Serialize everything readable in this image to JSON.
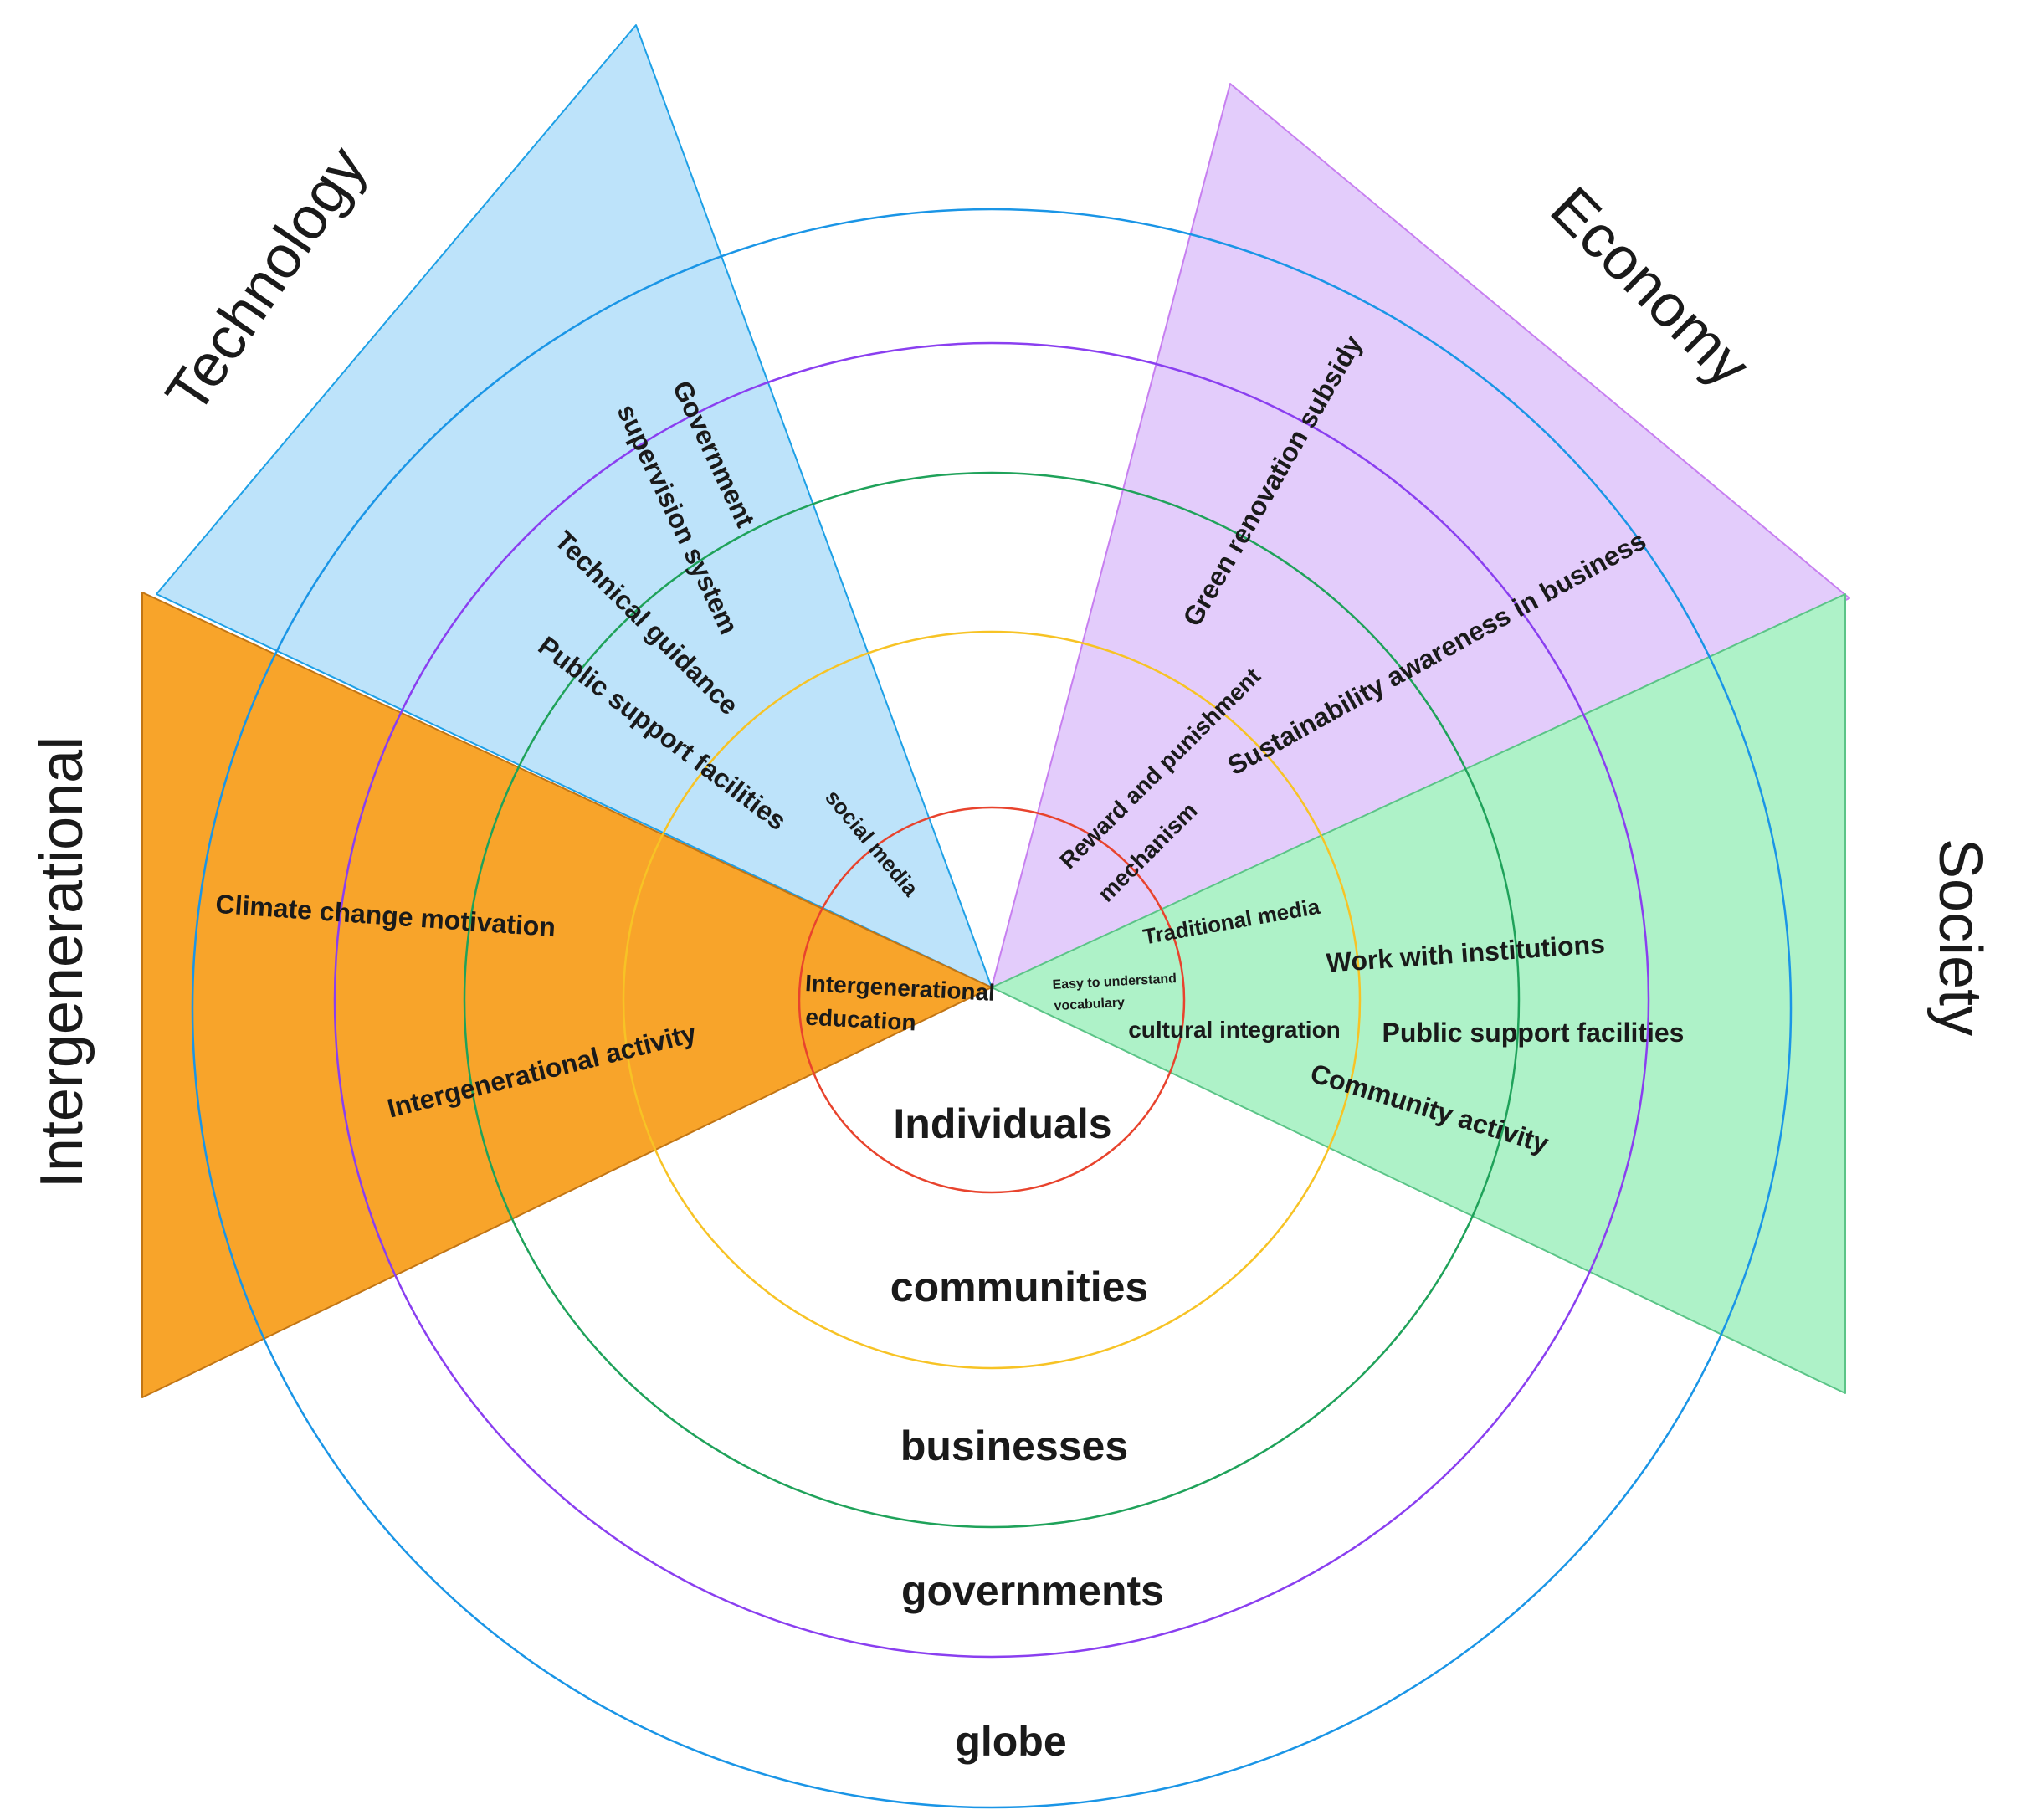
{
  "levels": {
    "individuals": "Individuals",
    "communities": "communities",
    "businesses": "businesses",
    "governments": "governments",
    "globe": "globe"
  },
  "sectors": {
    "technology": {
      "title": "Technology",
      "color": "#bde3fa",
      "stroke": "#1ea0e6",
      "items": {
        "gov_supervision_1": "Government",
        "gov_supervision_2": "supervision system",
        "technical_guidance": "Technical guidance",
        "public_support": "Public support facilities",
        "social_media": "social media"
      }
    },
    "economy": {
      "title": "Economy",
      "color": "#e3ccfb",
      "stroke": "#c77ff0",
      "items": {
        "green_subsidy": "Green renovation subsidy",
        "sustainability": "Sustainability awareness in business",
        "reward_1": "Reward and punishment",
        "reward_2": "mechanism"
      }
    },
    "society": {
      "title": "Society",
      "color": "#aef2c8",
      "stroke": "#5bc487",
      "items": {
        "traditional_media": "Traditional media",
        "easy_vocab_1": "Easy to understand",
        "easy_vocab_2": "vocabulary",
        "cultural_integration": "cultural integration",
        "work_institutions": "Work with institutions",
        "public_support": "Public support facilities",
        "community_activity": "Community activity"
      }
    },
    "intergenerational": {
      "title": "Intergenerational",
      "color": "#f8a42a",
      "stroke": "#c27514",
      "items": {
        "climate_motivation": "Climate change motivation",
        "intergen_activity": "Intergenerational activity",
        "intergen_edu_1": "Intergenerational",
        "intergen_edu_2": "education"
      }
    }
  },
  "ring_colors": {
    "individuals": "#e8432d",
    "communities": "#f7c325",
    "businesses": "#1fa25a",
    "governments": "#8a3ff0",
    "globe": "#1a95e6"
  }
}
